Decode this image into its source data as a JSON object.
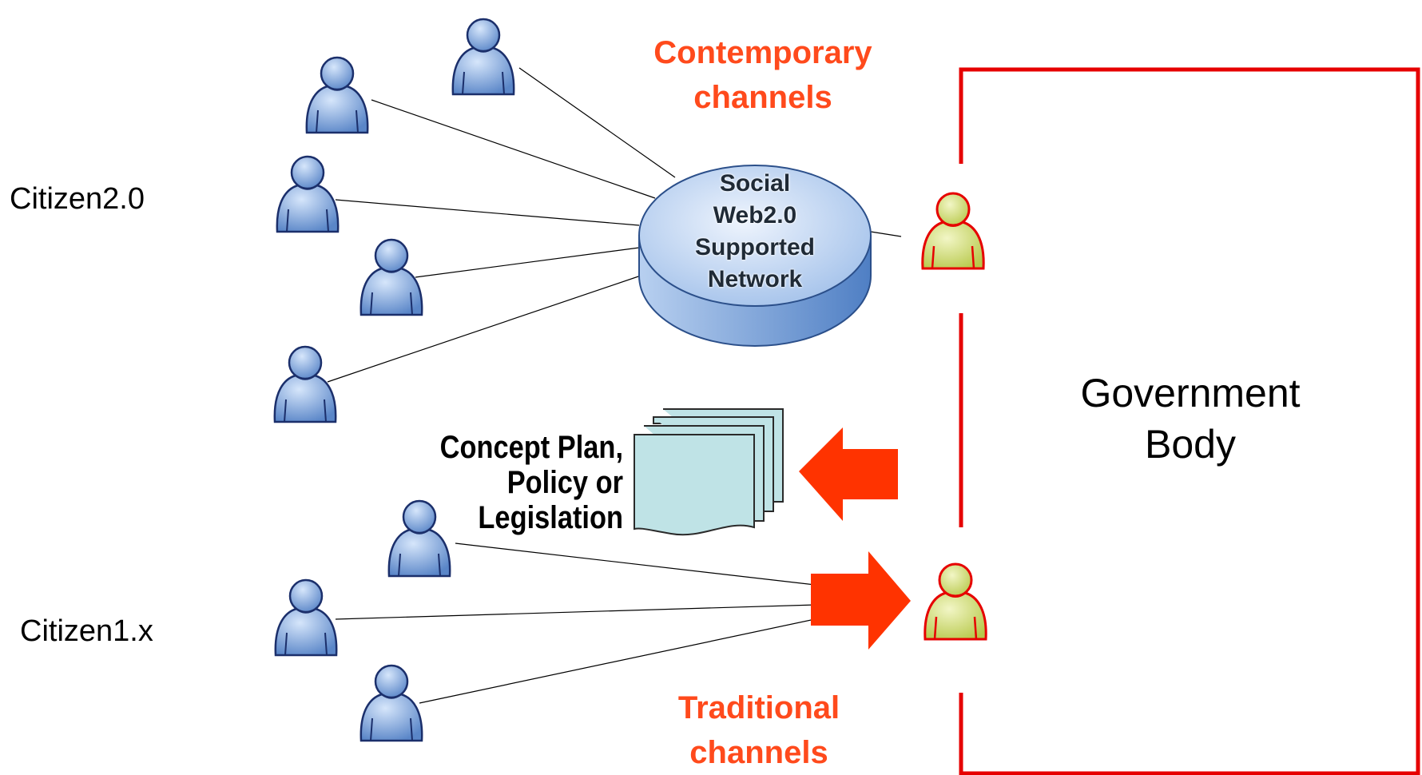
{
  "labels": {
    "citizen2": "Citizen2.0",
    "citizen1": "Citizen1.x",
    "contemporary_line1": "Contemporary",
    "contemporary_line2": "channels",
    "traditional_line1": "Traditional",
    "traditional_line2": "channels",
    "government_line1": "Government",
    "government_line2": "Body",
    "network_line1": "Social",
    "network_line2": "Web2.0",
    "network_line3": "Supported",
    "network_line4": "Network",
    "document_line1": "Concept Plan,",
    "document_line2": "Policy or",
    "document_line3": "Legislation"
  },
  "colors": {
    "citizen_fill": "#6e9ad6",
    "citizen_stroke": "#1b2f6b",
    "official_fill": "#d9e36a",
    "official_stroke": "#e60000",
    "government_border": "#e60000",
    "arrow": "#ff3300",
    "channel_text": "#ff4a1c",
    "network_fill": "#9ec0ec",
    "document_fill": "#bfe3e6"
  },
  "icons": {
    "citizen": "person-icon",
    "official": "person-icon",
    "network": "database-disc-icon",
    "document": "document-stack-icon"
  }
}
